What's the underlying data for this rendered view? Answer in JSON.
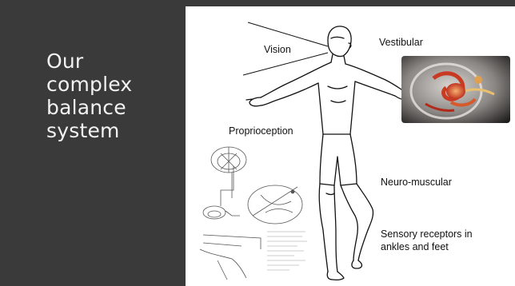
{
  "slide": {
    "title_lines": [
      "Our",
      "complex",
      "balance",
      "system"
    ]
  },
  "labels": {
    "vision": "Vision",
    "vestibular": "Vestibular",
    "proprioception": "Proprioception",
    "neuromuscular": "Neuro-muscular",
    "sensory_lines": [
      "Sensory receptors in",
      "ankles and feet"
    ]
  },
  "colors": {
    "background": "#3a3a3a",
    "panel": "#ffffff",
    "title_text": "#f2f2f2",
    "ear_photo_accent": "#d2462c"
  },
  "icons": {
    "human_figure": "standing-man-line-drawing",
    "vestibular_photo": "inner-ear-photo",
    "proprioception_diagram": "spinal-cord-reflex-diagram"
  }
}
